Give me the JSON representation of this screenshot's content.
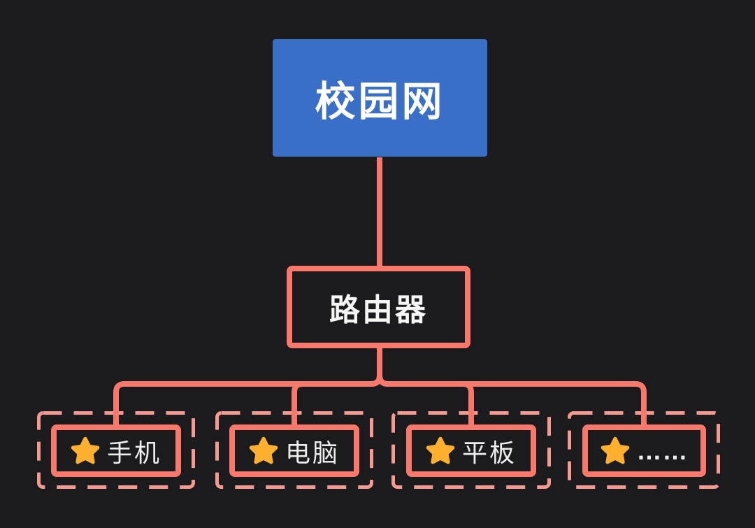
{
  "page": {
    "background": "#1b1b1d",
    "kind": "network-topology-diagram"
  },
  "colors": {
    "connector": "#f8796b",
    "dashed_border": "#f59a91",
    "root_fill": "#3a6fc8",
    "root_text": "#ffffff",
    "node_text": "#ededed",
    "star": "#ffb02e"
  },
  "nodes": {
    "root": {
      "label": "校园网"
    },
    "router": {
      "label": "路由器"
    }
  },
  "devices": [
    {
      "label": "手机",
      "icon": "star-icon"
    },
    {
      "label": "电脑",
      "icon": "star-icon"
    },
    {
      "label": "平板",
      "icon": "star-icon"
    },
    {
      "label": "……",
      "icon": "star-icon"
    }
  ]
}
